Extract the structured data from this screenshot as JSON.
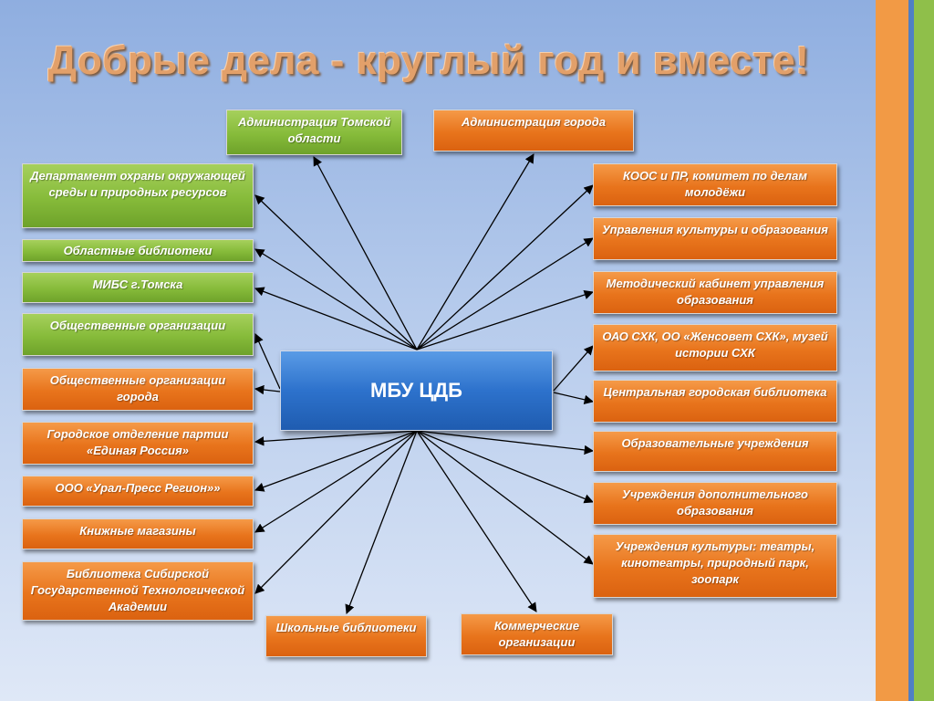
{
  "title": "Добрые дела - круглый год и вместе!",
  "hub": {
    "label": "МБУ ЦДБ"
  },
  "colors": {
    "orange": "#e8741c",
    "green": "#86bb3a",
    "hub": "#2d72cc",
    "title": "#e2a06a"
  },
  "partners": {
    "admin_tomsk_region": "Администрация Томской области",
    "admin_city": "Администрация города",
    "dept_environment": "Департамент охраны окружающей среды и природных ресурсов",
    "regional_libraries": "Областные библиотеки",
    "mibs_tomsk": "МИБС г.Томска",
    "public_orgs": "Общественные организации",
    "city_public_orgs": "Общественные организации города",
    "united_russia": "Городское отделение партии «Единая Россия»",
    "ural_press": "ООО «Урал-Пресс Регион»»",
    "bookstores": "Книжные магазины",
    "sstu_library": "Библиотека Сибирской Государственной Технологической Академии",
    "school_libraries": "Школьные библиотеки",
    "commercial_orgs": "Коммерческие организации",
    "koos_youth": "КООС и ПР, комитет по делам молодёжи",
    "culture_education": "Управления культуры и образования",
    "methodical_office": "Методический кабинет управления образования",
    "shk": "ОАО СХК, ОО «Женсовет СХК», музей истории СХК",
    "central_city_library": "Центральная городская библиотека",
    "educational_institutions": "Образовательные учреждения",
    "additional_education": "Учреждения дополнительного образования",
    "culture_institutions": "Учреждения культуры: театры, кинотеатры, природный парк, зоопарк"
  }
}
